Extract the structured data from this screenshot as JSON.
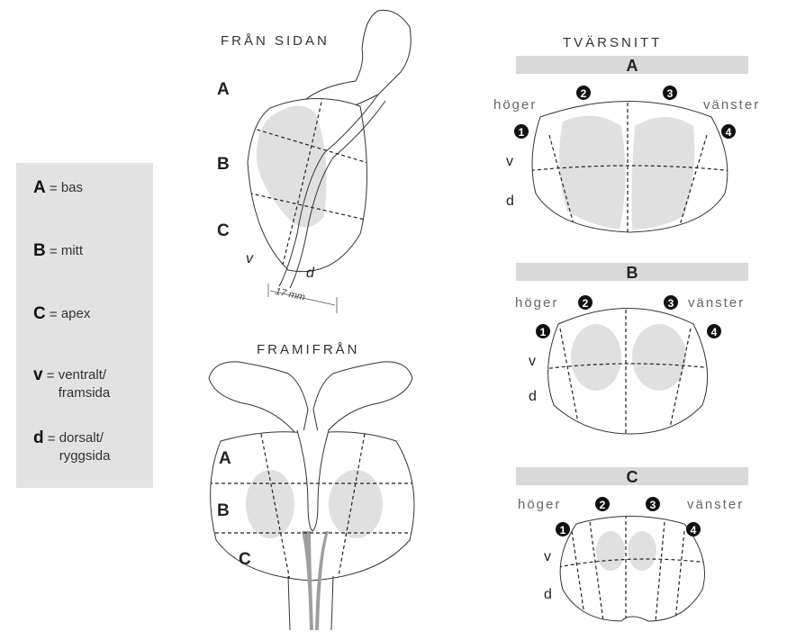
{
  "colors": {
    "legend_bg": "#e2e2e2",
    "zone_fill": "#e0e0e0",
    "urethra_fill": "#9e9e9e",
    "outline": "#333333",
    "header_bar": "#d9d9d9"
  },
  "side_view": {
    "title": "FRÅN SIDAN",
    "label_a": "A",
    "label_b": "B",
    "label_c": "C",
    "label_v": "v",
    "label_d": "d",
    "measure": "17 mm"
  },
  "front_view": {
    "title": "FRAMIFRÅN",
    "label_a": "A",
    "label_b": "B",
    "label_c": "C"
  },
  "cross_section": {
    "title": "TVÄRSNITT",
    "sections": [
      {
        "header": "A",
        "left": "höger",
        "right": "vänster",
        "n1": "1",
        "n2": "2",
        "n3": "3",
        "n4": "4",
        "v": "v",
        "d": "d"
      },
      {
        "header": "B",
        "left": "höger",
        "right": "vänster",
        "n1": "1",
        "n2": "2",
        "n3": "3",
        "n4": "4",
        "v": "v",
        "d": "d"
      },
      {
        "header": "C",
        "left": "höger",
        "right": "vänster",
        "n1": "1",
        "n2": "2",
        "n3": "3",
        "n4": "4",
        "v": "v",
        "d": "d"
      }
    ]
  },
  "legend": {
    "items": [
      {
        "key": "A",
        "eq": "=",
        "text1": "bas",
        "text2": ""
      },
      {
        "key": "B",
        "eq": "=",
        "text1": "mitt",
        "text2": ""
      },
      {
        "key": "C",
        "eq": "=",
        "text1": "apex",
        "text2": ""
      },
      {
        "key": "v",
        "eq": "=",
        "text1": "ventralt/",
        "text2": "framsida"
      },
      {
        "key": "d",
        "eq": "=",
        "text1": "dorsalt/",
        "text2": "ryggsida"
      }
    ]
  }
}
